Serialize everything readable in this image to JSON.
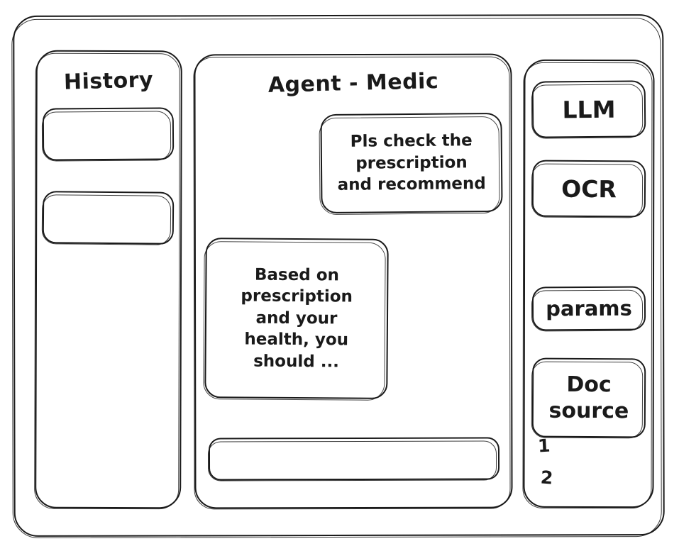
{
  "window": {
    "frame_name": "application-window"
  },
  "history_panel": {
    "title": "History",
    "items": [
      {
        "label": ""
      },
      {
        "label": ""
      }
    ]
  },
  "chat_panel": {
    "title": "Agent - Medic",
    "messages": [
      {
        "role": "user",
        "text": "Pls check the\nprescription\nand recommend"
      },
      {
        "role": "agent",
        "text": "Based on\nprescription\nand your\nhealth, you\nshould ..."
      }
    ],
    "composer": {
      "value": "",
      "placeholder": ""
    }
  },
  "tools_panel": {
    "buttons": [
      {
        "label": "LLM",
        "name": "llm"
      },
      {
        "label": "OCR",
        "name": "ocr"
      },
      {
        "label": "params",
        "name": "params"
      },
      {
        "label": "Doc\nsource",
        "name": "doc-source"
      }
    ],
    "doc_sources": [
      {
        "label": "1"
      },
      {
        "label": "2"
      }
    ]
  },
  "colors": {
    "stroke": "#1a1a1a",
    "background": "#ffffff"
  }
}
